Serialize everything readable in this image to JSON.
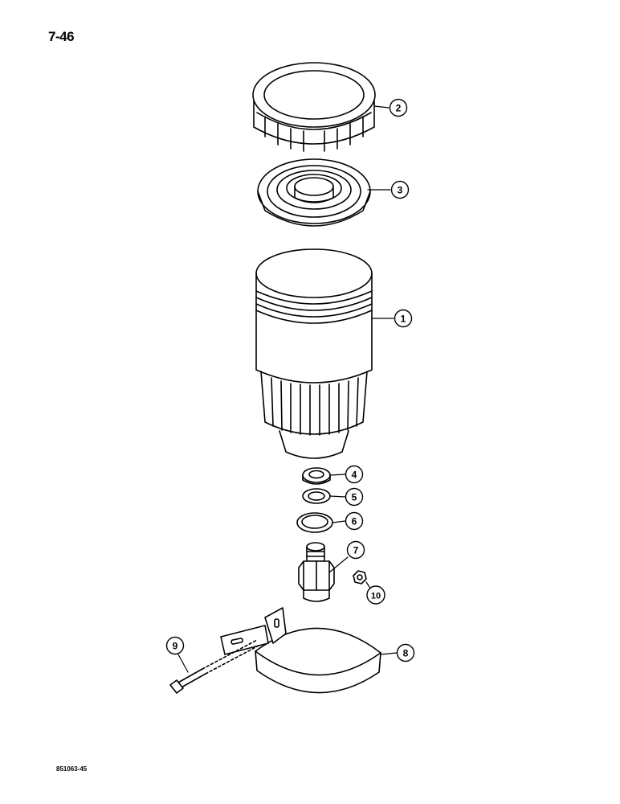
{
  "page": {
    "number": "7-46",
    "figure_id": "851063-45"
  },
  "callouts": [
    {
      "id": "c1",
      "label": "1",
      "part": "bowl"
    },
    {
      "id": "c2",
      "label": "2",
      "part": "cap-ring"
    },
    {
      "id": "c3",
      "label": "3",
      "part": "filter-element"
    },
    {
      "id": "c4",
      "label": "4",
      "part": "nut"
    },
    {
      "id": "c5",
      "label": "5",
      "part": "washer"
    },
    {
      "id": "c6",
      "label": "6",
      "part": "seal-ring"
    },
    {
      "id": "c7",
      "label": "7",
      "part": "drain-valve"
    },
    {
      "id": "c8",
      "label": "8",
      "part": "mounting-band"
    },
    {
      "id": "c9",
      "label": "9",
      "part": "bolt"
    },
    {
      "id": "c10",
      "label": "10",
      "part": "hex-nut"
    }
  ]
}
